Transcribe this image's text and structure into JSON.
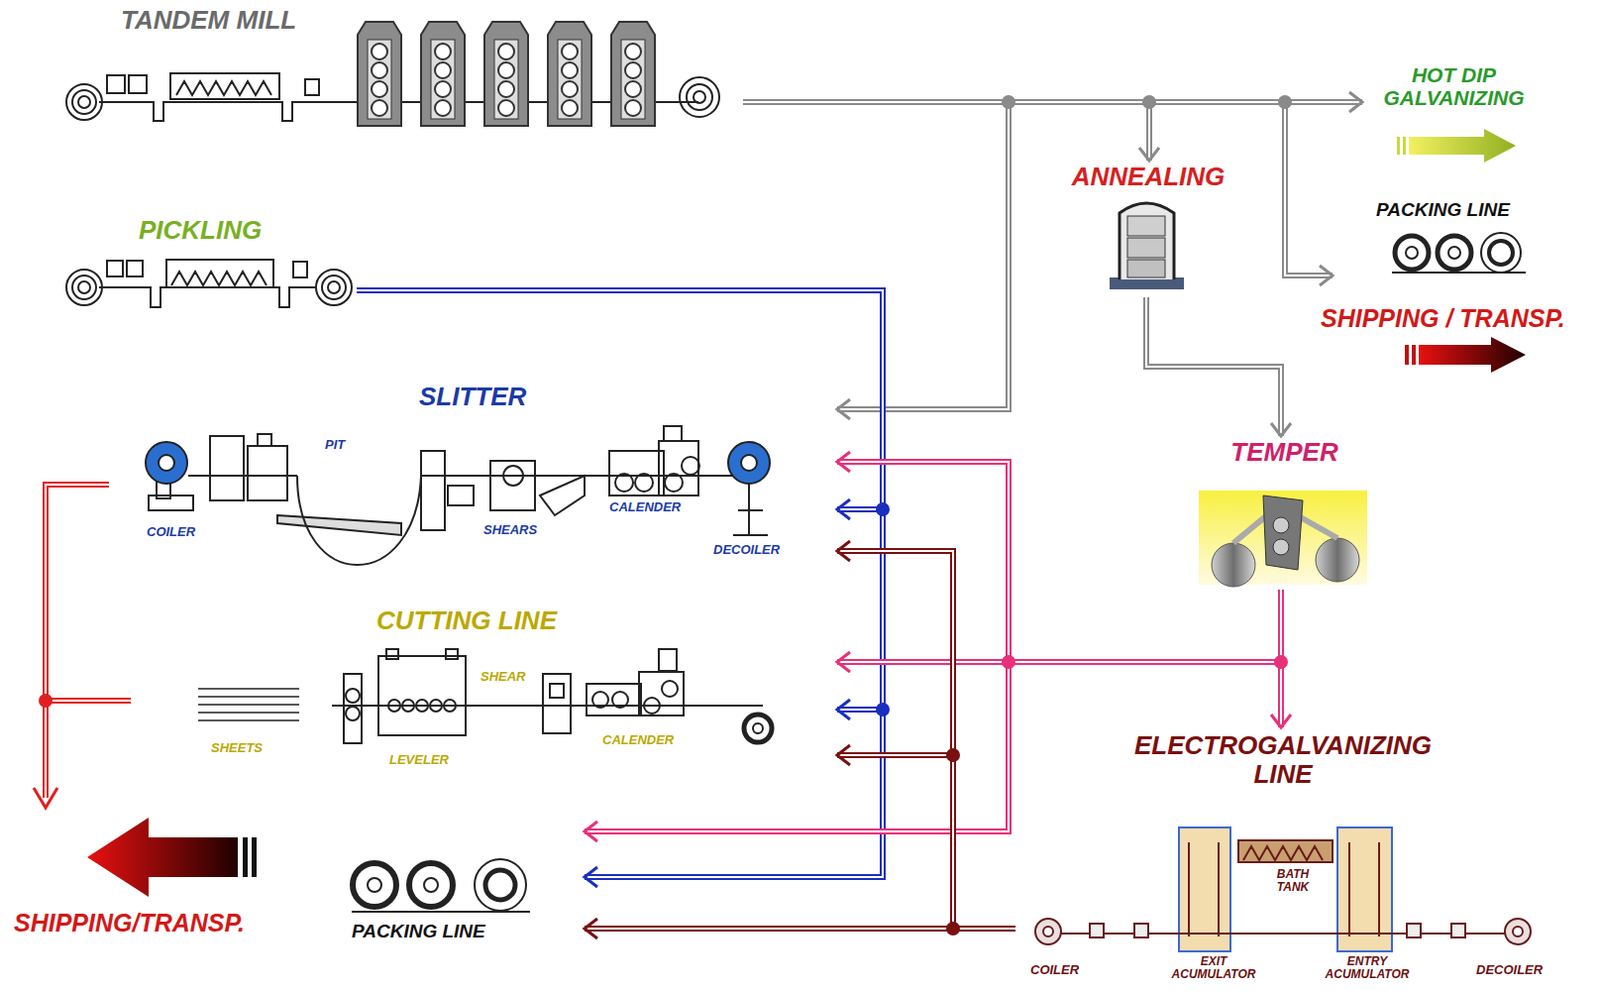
{
  "diagram": {
    "nodes": [
      {
        "text": [
          "TANDEM MILL"
        ]
      },
      {
        "text": [
          "PICKLING"
        ]
      },
      {
        "text": [
          "ANNEALING"
        ]
      },
      {
        "text": [
          "HOT DIP GALVANIZING"
        ]
      },
      {
        "text": [
          "PACKING LINE"
        ]
      },
      {
        "text": [
          "SLITTER"
        ]
      },
      {
        "text": [
          "TEMPER"
        ]
      },
      {
        "text": [
          "CUTTING LINE"
        ]
      },
      {
        "text": [
          "ELECTROGALVANIZING LINE"
        ]
      },
      {
        "text": [
          "PACKING LINE"
        ]
      }
    ],
    "edges": [
      {
        "from": 0,
        "to": 3,
        "arrow": "to"
      },
      {
        "from": 0,
        "to": 2,
        "arrow": "to"
      },
      {
        "from": 0,
        "to": 4,
        "arrow": "to"
      },
      {
        "from": 0,
        "to": 5,
        "arrow": "to"
      },
      {
        "from": 2,
        "to": 6,
        "arrow": "to"
      },
      {
        "from": 1,
        "to": 5,
        "arrow": "to"
      },
      {
        "from": 1,
        "to": 7,
        "arrow": "to"
      },
      {
        "from": 1,
        "to": 9,
        "arrow": "to"
      },
      {
        "from": 6,
        "to": 5,
        "arrow": "to"
      },
      {
        "from": 6,
        "to": 7,
        "arrow": "to"
      },
      {
        "from": 6,
        "to": 9,
        "arrow": "to"
      },
      {
        "from": 6,
        "to": 8,
        "arrow": "to"
      },
      {
        "from": 8,
        "to": 5,
        "arrow": "to"
      },
      {
        "from": 8,
        "to": 7,
        "arrow": "to"
      },
      {
        "from": 8,
        "to": 9,
        "arrow": "to"
      }
    ],
    "labels": [
      "PIT",
      "COILER",
      "SHEARS",
      "CALENDER",
      "DECOILER",
      "SHEAR",
      "SHEETS",
      "LEVELER",
      "CALENDER",
      "BATH TANK",
      "COILER",
      "EXIT ACUMULATOR",
      "ENTRY ACUMULATOR",
      "DECOILER",
      "SHIPPING / TRANSP.",
      "SHIPPING/TRANSP."
    ]
  }
}
